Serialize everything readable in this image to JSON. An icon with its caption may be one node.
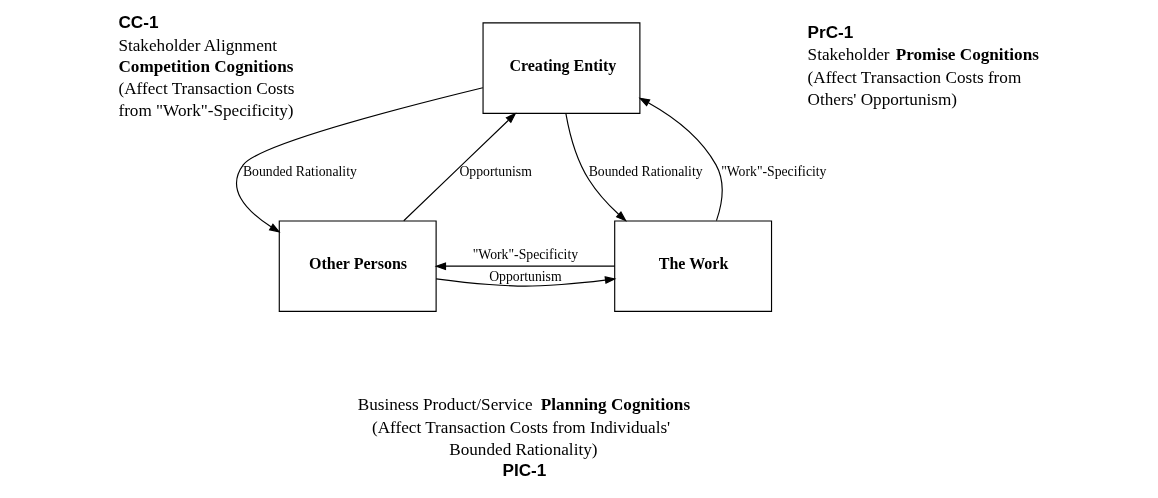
{
  "diagram": {
    "nodes": [
      {
        "text": [
          "Creating Entity"
        ]
      },
      {
        "text": [
          "Other Persons"
        ]
      },
      {
        "text": [
          "The Work"
        ]
      }
    ],
    "edges": [
      {
        "from": 0,
        "to": 1,
        "arrow": "to",
        "label": "Bounded Rationality"
      },
      {
        "from": 1,
        "to": 0,
        "arrow": "to",
        "label": "Opportunism"
      },
      {
        "from": 0,
        "to": 2,
        "arrow": "to",
        "label": "Bounded Rationality"
      },
      {
        "from": 2,
        "to": 0,
        "arrow": "to",
        "label": "\"Work\"-Specificity"
      },
      {
        "from": 1,
        "to": 2,
        "arrow": "to",
        "label": "Opportunism"
      },
      {
        "from": 2,
        "to": 1,
        "arrow": "to",
        "label": "\"Work\"-Specificity"
      }
    ],
    "labels": [
      "CC-1",
      "Stakeholder Alignment **Competition Cognitions** (Affect Transaction Costs from \"Work\"-Specificity)",
      "PrC-1",
      "Stakeholder **Promise Cognitions** (Affect Transaction Costs from Others' Opportunism)",
      "Business Product/Service **Planning Cognitions** (Affect Transaction Costs from Individuals' Bounded Rationality)",
      "PIC-1"
    ]
  }
}
